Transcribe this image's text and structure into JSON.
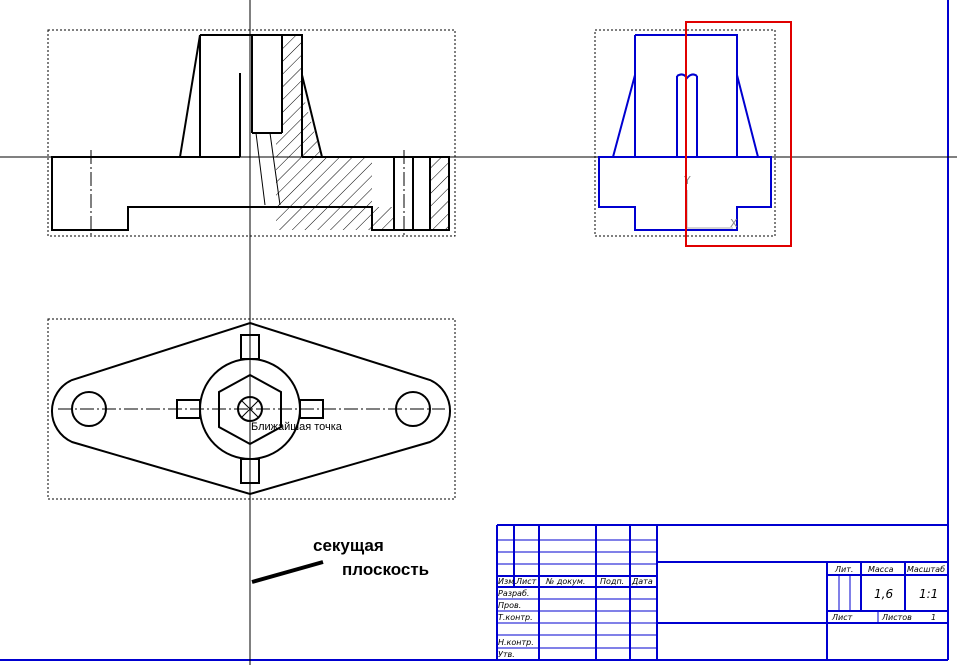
{
  "labels": {
    "nearest_point": "Ближайшая точка",
    "callout_line1": "секущая",
    "callout_line2": "плоскость",
    "axis_y": "Y",
    "axis_x": "X"
  },
  "title_block": {
    "headers": [
      "Изм.",
      "Лист",
      "№ докум.",
      "Подп.",
      "Дата"
    ],
    "rows": [
      "Разраб.",
      "Пров.",
      "Т.контр.",
      "Н.контр.",
      "Утв."
    ],
    "lit_label": "Лит.",
    "mass_label": "Масса",
    "scale_label": "Масштаб",
    "mass_value": "1,6",
    "scale_value": "1:1",
    "sheet_label": "Лист",
    "sheets_label": "Листов",
    "sheets_value": "1"
  },
  "colors": {
    "geometry": "#000000",
    "selected_view": "#0000d0",
    "highlight": "#e00000",
    "frame": "#0000d0"
  }
}
